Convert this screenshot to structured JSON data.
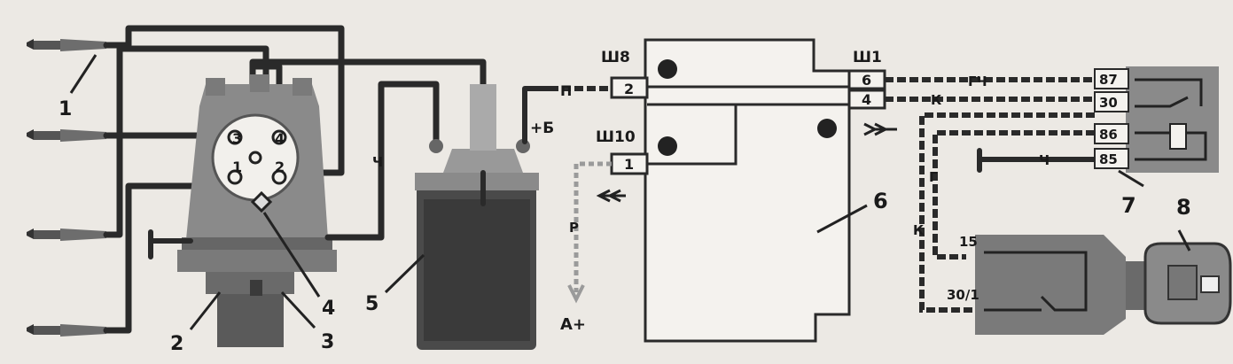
{
  "parts": {
    "p1": "1",
    "p2": "2",
    "p3": "3",
    "p4": "4",
    "p5": "5",
    "p6": "6",
    "p7": "7",
    "p8": "8"
  },
  "connectors": {
    "sh8": "Ш8",
    "sh1": "Ш1",
    "sh10": "Ш10"
  },
  "pins": {
    "ecu_2": "2",
    "ecu_1": "1",
    "ecu_6": "6",
    "ecu_4": "4"
  },
  "relay_pins": {
    "r87": "87",
    "r30": "30",
    "r86": "86",
    "r85": "85"
  },
  "distributor_terminals": {
    "t1": "1",
    "t2": "2",
    "t3": "3",
    "t4": "4"
  },
  "switch_terminals": {
    "s15": "15",
    "s30_1": "30/1"
  },
  "wire_labels": {
    "p": "П",
    "ch_coil": "Ч",
    "plus_b": "+Б",
    "gch": "ГЧ",
    "k_top": "К",
    "r": "Р",
    "a_plus": "А+",
    "g": "Г",
    "k_side": "К",
    "ch_ground": "Ч"
  },
  "colors": {
    "ink": "#1a1a1a",
    "paper": "#ece9e4",
    "coil_fill": "#4a4a4a"
  }
}
